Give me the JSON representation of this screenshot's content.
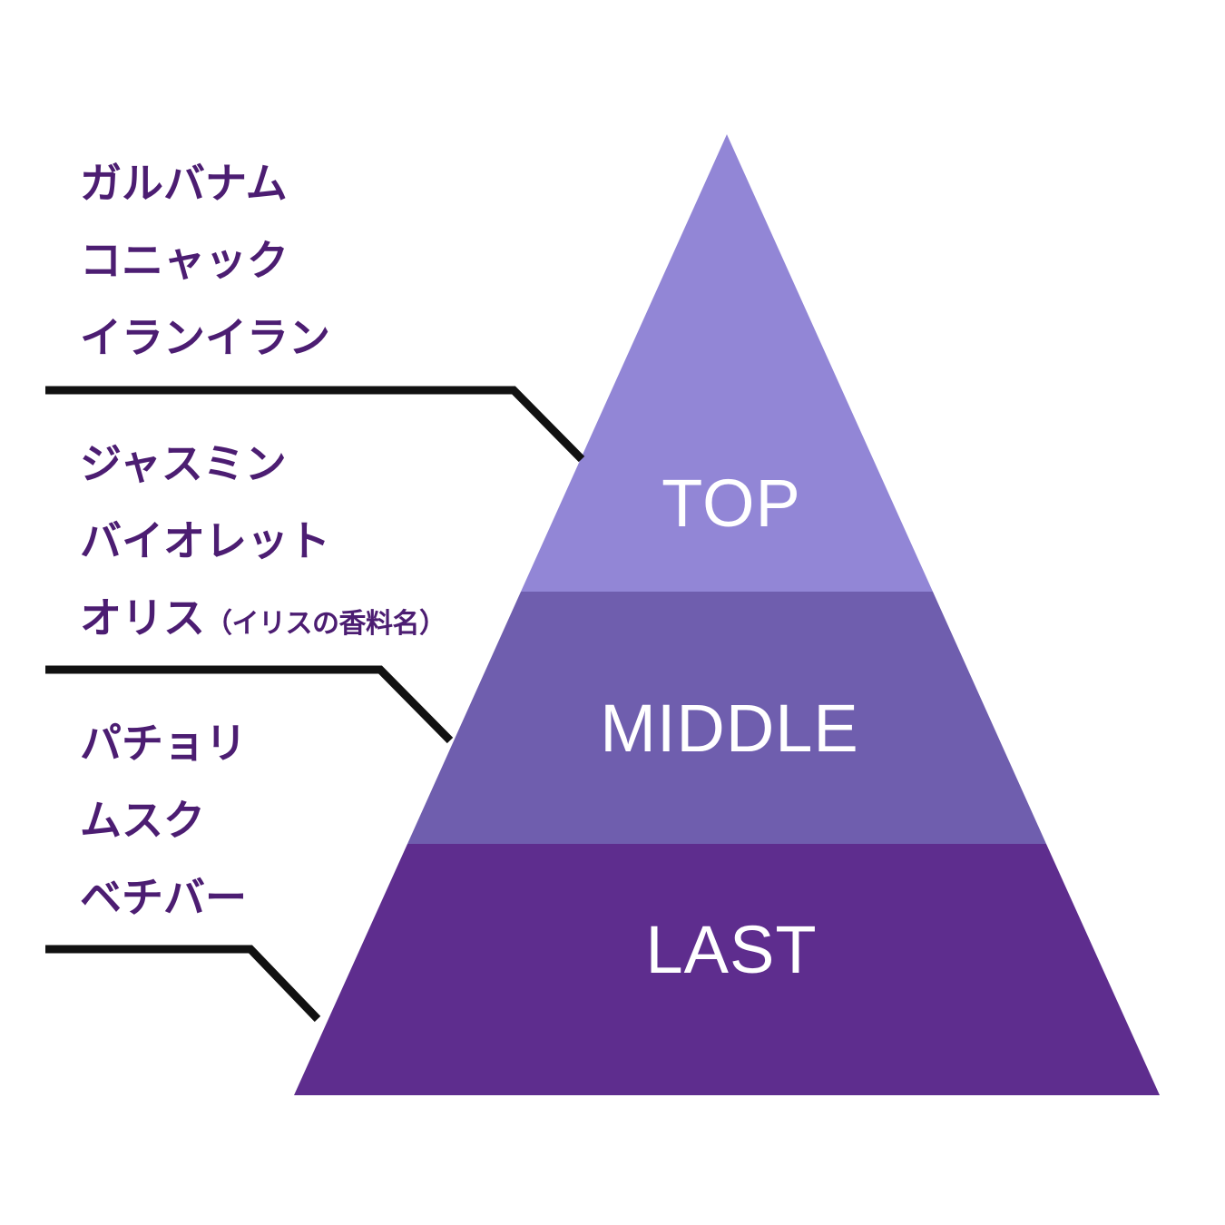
{
  "diagram": {
    "type": "fragrance-note-pyramid",
    "background_color": "#ffffff",
    "leader_line_color": "#111111"
  },
  "pyramid": {
    "bands": [
      {
        "id": "top",
        "label": "TOP",
        "color": "#9286D6",
        "label_color": "#ffffff"
      },
      {
        "id": "middle",
        "label": "MIDDLE",
        "color": "#6F5EAE",
        "label_color": "#ffffff"
      },
      {
        "id": "last",
        "label": "LAST",
        "color": "#5E2D8E",
        "label_color": "#ffffff"
      }
    ]
  },
  "notes": {
    "text_color": "#4c1d72",
    "groups": [
      {
        "id": "top-notes",
        "for_band": "TOP",
        "lines": [
          {
            "main": "ガルバナム",
            "sub": ""
          },
          {
            "main": "コニャック",
            "sub": ""
          },
          {
            "main": "イランイラン",
            "sub": ""
          }
        ]
      },
      {
        "id": "middle-notes",
        "for_band": "MIDDLE",
        "lines": [
          {
            "main": "ジャスミン",
            "sub": ""
          },
          {
            "main": "バイオレット",
            "sub": ""
          },
          {
            "main": "オリス",
            "sub": "（イリスの香料名）"
          }
        ]
      },
      {
        "id": "last-notes",
        "for_band": "LAST",
        "lines": [
          {
            "main": "パチョリ",
            "sub": ""
          },
          {
            "main": "ムスク",
            "sub": ""
          },
          {
            "main": "ベチバー",
            "sub": ""
          }
        ]
      }
    ]
  }
}
